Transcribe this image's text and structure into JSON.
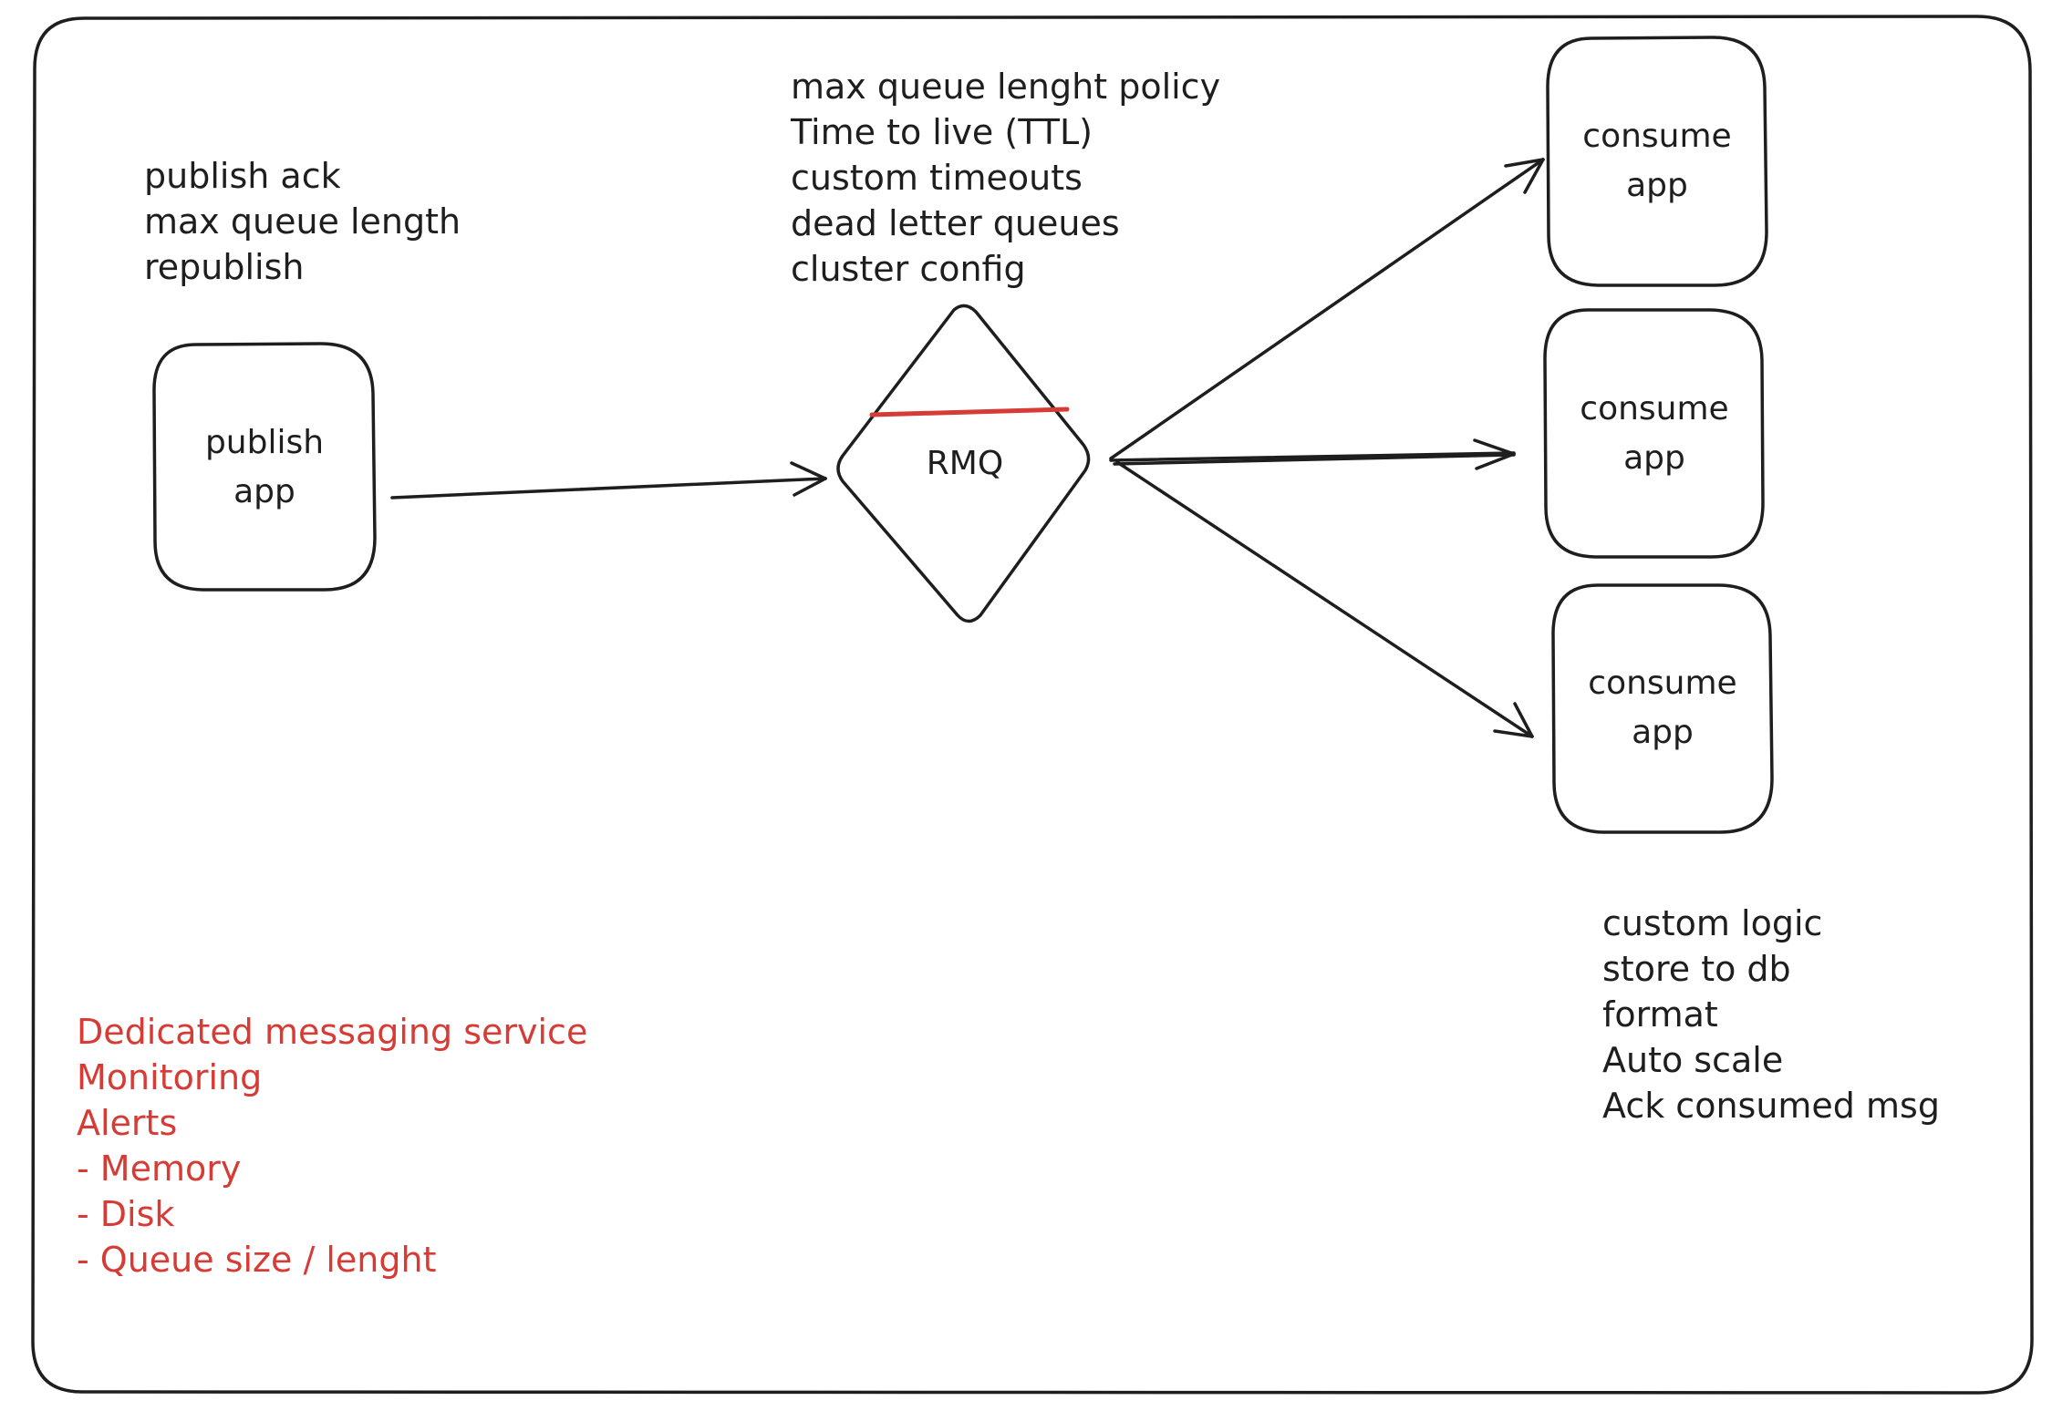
{
  "nodes": {
    "publisher": {
      "line1": "publish",
      "line2": "app"
    },
    "broker": {
      "label": "RMQ"
    },
    "consumers": [
      {
        "line1": "consume",
        "line2": "app"
      },
      {
        "line1": "consume",
        "line2": "app"
      },
      {
        "line1": "consume",
        "line2": "app"
      }
    ]
  },
  "notes": {
    "publisher": [
      "publish ack",
      "max queue length",
      "republish"
    ],
    "broker": [
      "max queue lenght policy",
      "Time to live (TTL)",
      "custom timeouts",
      "dead letter queues",
      "cluster config"
    ],
    "consumer": [
      "custom logic",
      "store to db",
      "format",
      "Auto scale",
      "Ack consumed msg"
    ],
    "operations": [
      "Dedicated messaging service",
      "Monitoring",
      "Alerts",
      "- Memory",
      "- Disk",
      "- Queue size / lenght"
    ]
  },
  "colors": {
    "stroke": "#1e1e1e",
    "accent": "#d63b35",
    "background": "#ffffff"
  }
}
